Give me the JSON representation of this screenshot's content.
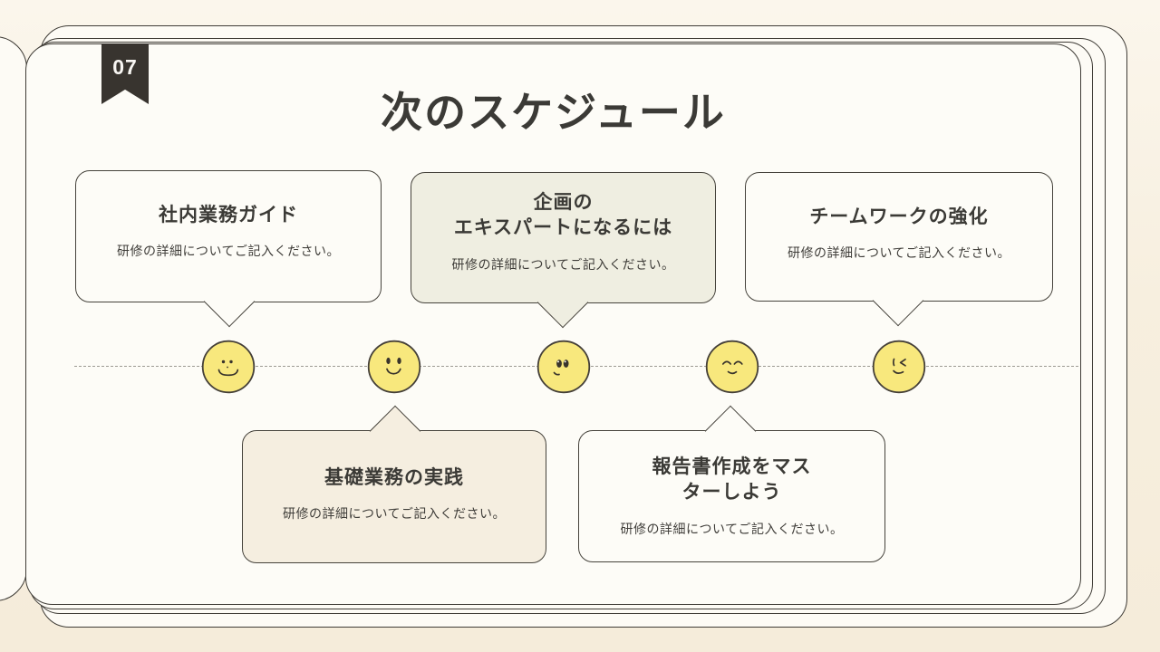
{
  "page": {
    "number": "07",
    "title": "次のスケジュール"
  },
  "timeline": {
    "items": [
      {
        "title": "社内業務ガイド",
        "description": "研修の詳細についてご記入ください。",
        "face": "smiley-small-smile",
        "position": "top"
      },
      {
        "title": "基礎業務の実践",
        "description": "研修の詳細についてご記入ください。",
        "face": "smiley-open-smile",
        "position": "bottom"
      },
      {
        "title": "企画の\nエキスパートになるには",
        "description": "研修の詳細についてご記入ください。",
        "face": "smiley-glance-left",
        "position": "top"
      },
      {
        "title": "報告書作成をマス\nターしよう",
        "description": "研修の詳細についてご記入ください。",
        "face": "smiley-closed-eyes",
        "position": "bottom"
      },
      {
        "title": "チームワークの強化",
        "description": "研修の詳細についてご記入ください。",
        "face": "smiley-wink",
        "position": "top"
      }
    ]
  },
  "colors": {
    "background": "#f7efdf",
    "paper": "#fdfcf7",
    "border": "#3f3c36",
    "badge": "#38342f",
    "text": "#3b3a36",
    "smiley_fill": "#f8e87d",
    "card_tint_olive": "#efeee1",
    "card_tint_beige": "#f5eee0"
  }
}
